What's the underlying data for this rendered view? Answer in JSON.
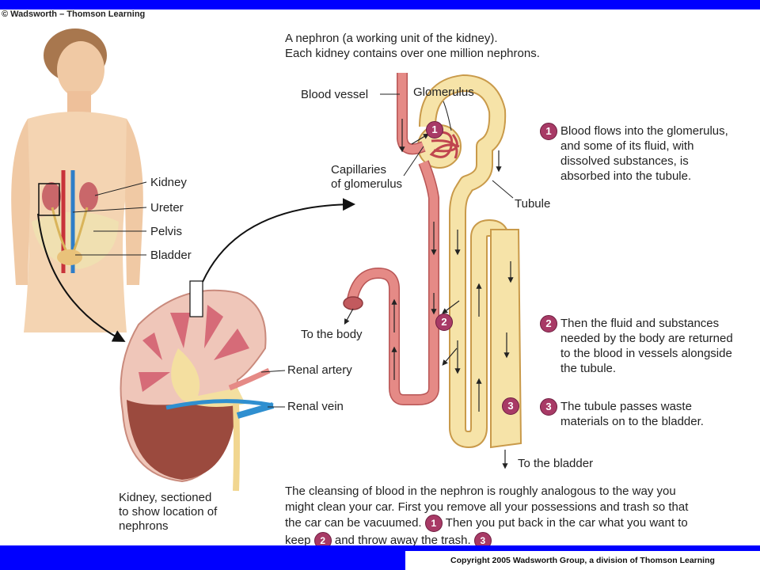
{
  "header": {
    "copyright_top": "© Wadsworth – Thomson Learning"
  },
  "footer": {
    "copyright_bottom": "Copyright 2005 Wadsworth Group, a division of Thomson Learning"
  },
  "title": {
    "line1": "A nephron (a working unit of the kidney).",
    "line2": "Each kidney contains over one million nephrons."
  },
  "body_labels": {
    "kidney": "Kidney",
    "ureter": "Ureter",
    "pelvis": "Pelvis",
    "bladder": "Bladder"
  },
  "kidney_labels": {
    "renal_artery": "Renal artery",
    "renal_vein": "Renal vein",
    "caption_line1": "Kidney, sectioned",
    "caption_line2": "to show location of",
    "caption_line3": "nephrons"
  },
  "nephron_labels": {
    "blood_vessel": "Blood vessel",
    "glomerulus": "Glomerulus",
    "capillaries_line1": "Capillaries",
    "capillaries_line2": "of glomerulus",
    "tubule": "Tubule",
    "to_body": "To the body",
    "to_bladder": "To the bladder"
  },
  "markers": {
    "one": "1",
    "two": "2",
    "three": "3"
  },
  "steps": [
    {
      "num": "1",
      "lines": [
        "Blood flows into the glomerulus,",
        "and some of its fluid, with",
        "dissolved substances, is",
        "absorbed into the tubule."
      ]
    },
    {
      "num": "2",
      "lines": [
        "Then the fluid and substances",
        "needed by the body are returned",
        "to the blood in vessels alongside",
        "the tubule."
      ]
    },
    {
      "num": "3",
      "lines": [
        "The tubule passes waste",
        "materials on to the bladder."
      ]
    }
  ],
  "analogy": {
    "line1": "The cleansing of blood in the nephron is roughly analogous to the way you",
    "line2": "might clean your car. First you remove all your possessions and trash so that",
    "line3a": "the car can be vacuumed.",
    "line3b": "Then you put back in the car what you want to",
    "line4a": "keep",
    "line4b": "and throw away the trash."
  },
  "colors": {
    "badge": "#a83a66",
    "vessel": "#e58a86",
    "tubule": "#f6e3a8",
    "vein": "#2f8fd0",
    "frame_bar": "#0000ff"
  }
}
